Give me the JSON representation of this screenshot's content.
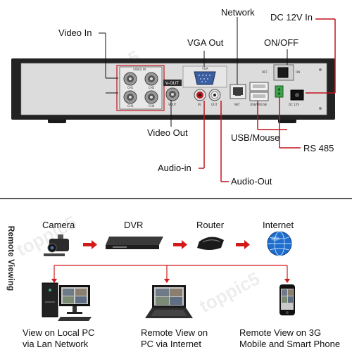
{
  "watermark": "toppic5",
  "dvr_labels": {
    "video_in": "Video In",
    "network": "Network",
    "dc_12v_in": "DC 12V In",
    "vga_out": "VGA Out",
    "on_off": "ON/OFF",
    "video_out": "Video Out",
    "usb_mouse": "USB/Mouse",
    "rs485": "RS 485",
    "audio_in": "Audio-in",
    "audio_out": "Audio-Out"
  },
  "panel_text": {
    "video_in_block": "VIDEO IN",
    "v_out": "V-OUT",
    "vga": "VGA",
    "net": "NET",
    "usb_mouse": "USB/MOUSE",
    "dc12v": "DC 12V",
    "off": "OFF",
    "on": "ON",
    "ch1": "CH1",
    "ch2": "CH2",
    "ch3": "CH3",
    "ch4": "CH4",
    "vout_port": "VOUT",
    "in": "IN",
    "out": "OUT"
  },
  "remote_title": "Remote Viewing",
  "flow": {
    "camera": "Camera",
    "dvr": "DVR",
    "router": "Router",
    "internet": "Internet"
  },
  "endpoints": [
    {
      "line1": "View on Local PC",
      "line2": "via Lan Network"
    },
    {
      "line1": "Remote View on",
      "line2": "PC via Internet"
    },
    {
      "line1": "Remote View on 3G",
      "line2": "Mobile and Smart Phone"
    }
  ],
  "colors": {
    "callout": "#c0141c",
    "arrow": "#d21a1a",
    "panel": "#dcdcdc",
    "chassis": "#232323"
  }
}
